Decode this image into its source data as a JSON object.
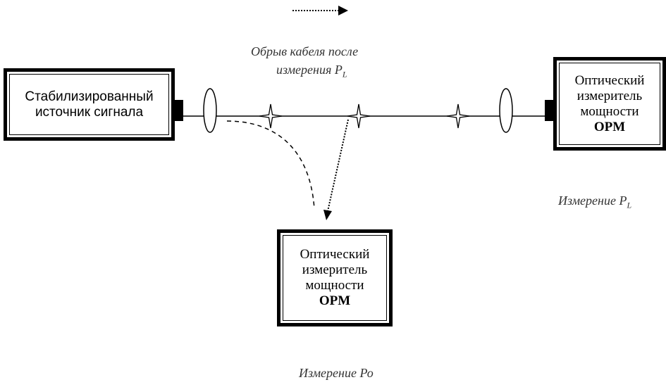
{
  "legend_arrow": "dotted-arrow",
  "source": {
    "line1": "Стабилизированный",
    "line2": "источник сигнала"
  },
  "opm_right": {
    "line1": "Оптический",
    "line2": "измеритель",
    "line3": "мощности",
    "abbr": "OPM"
  },
  "opm_bottom": {
    "line1": "Оптический",
    "line2": "измеритель",
    "line3": "мощности",
    "abbr": "OPM"
  },
  "break_caption": {
    "line1": "Обрыв кабеля после",
    "line2_prefix": "измерения P",
    "line2_sub": "L"
  },
  "measure_pl": {
    "prefix": "Измерение P",
    "sub": "L"
  },
  "measure_po": "Измерение Ро"
}
